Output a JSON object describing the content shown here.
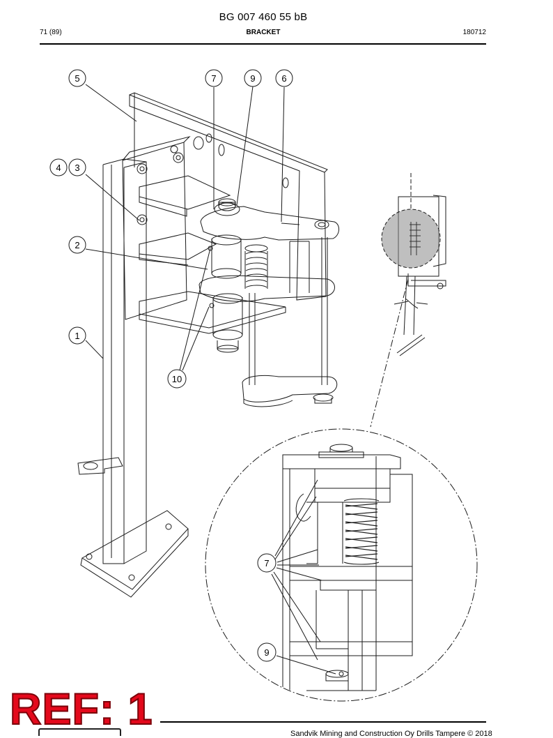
{
  "header": {
    "doc_number": "BG 007 460 55 bB",
    "page": "71 (89)",
    "section_title": "BRACKET",
    "date_code": "180712"
  },
  "drawing": {
    "callouts": [
      "5",
      "7",
      "9",
      "6",
      "4",
      "3",
      "2",
      "1",
      "10"
    ],
    "detail_callouts": [
      "7",
      "9"
    ]
  },
  "stamp": "REF: 1",
  "footer": {
    "copyright": "Sandvik Mining and Construction Oy Drills Tampere © 2018"
  },
  "colors": {
    "line": "#1a1a1a",
    "detail_shade": "#8a8a8a",
    "stamp": "#e4091c"
  }
}
